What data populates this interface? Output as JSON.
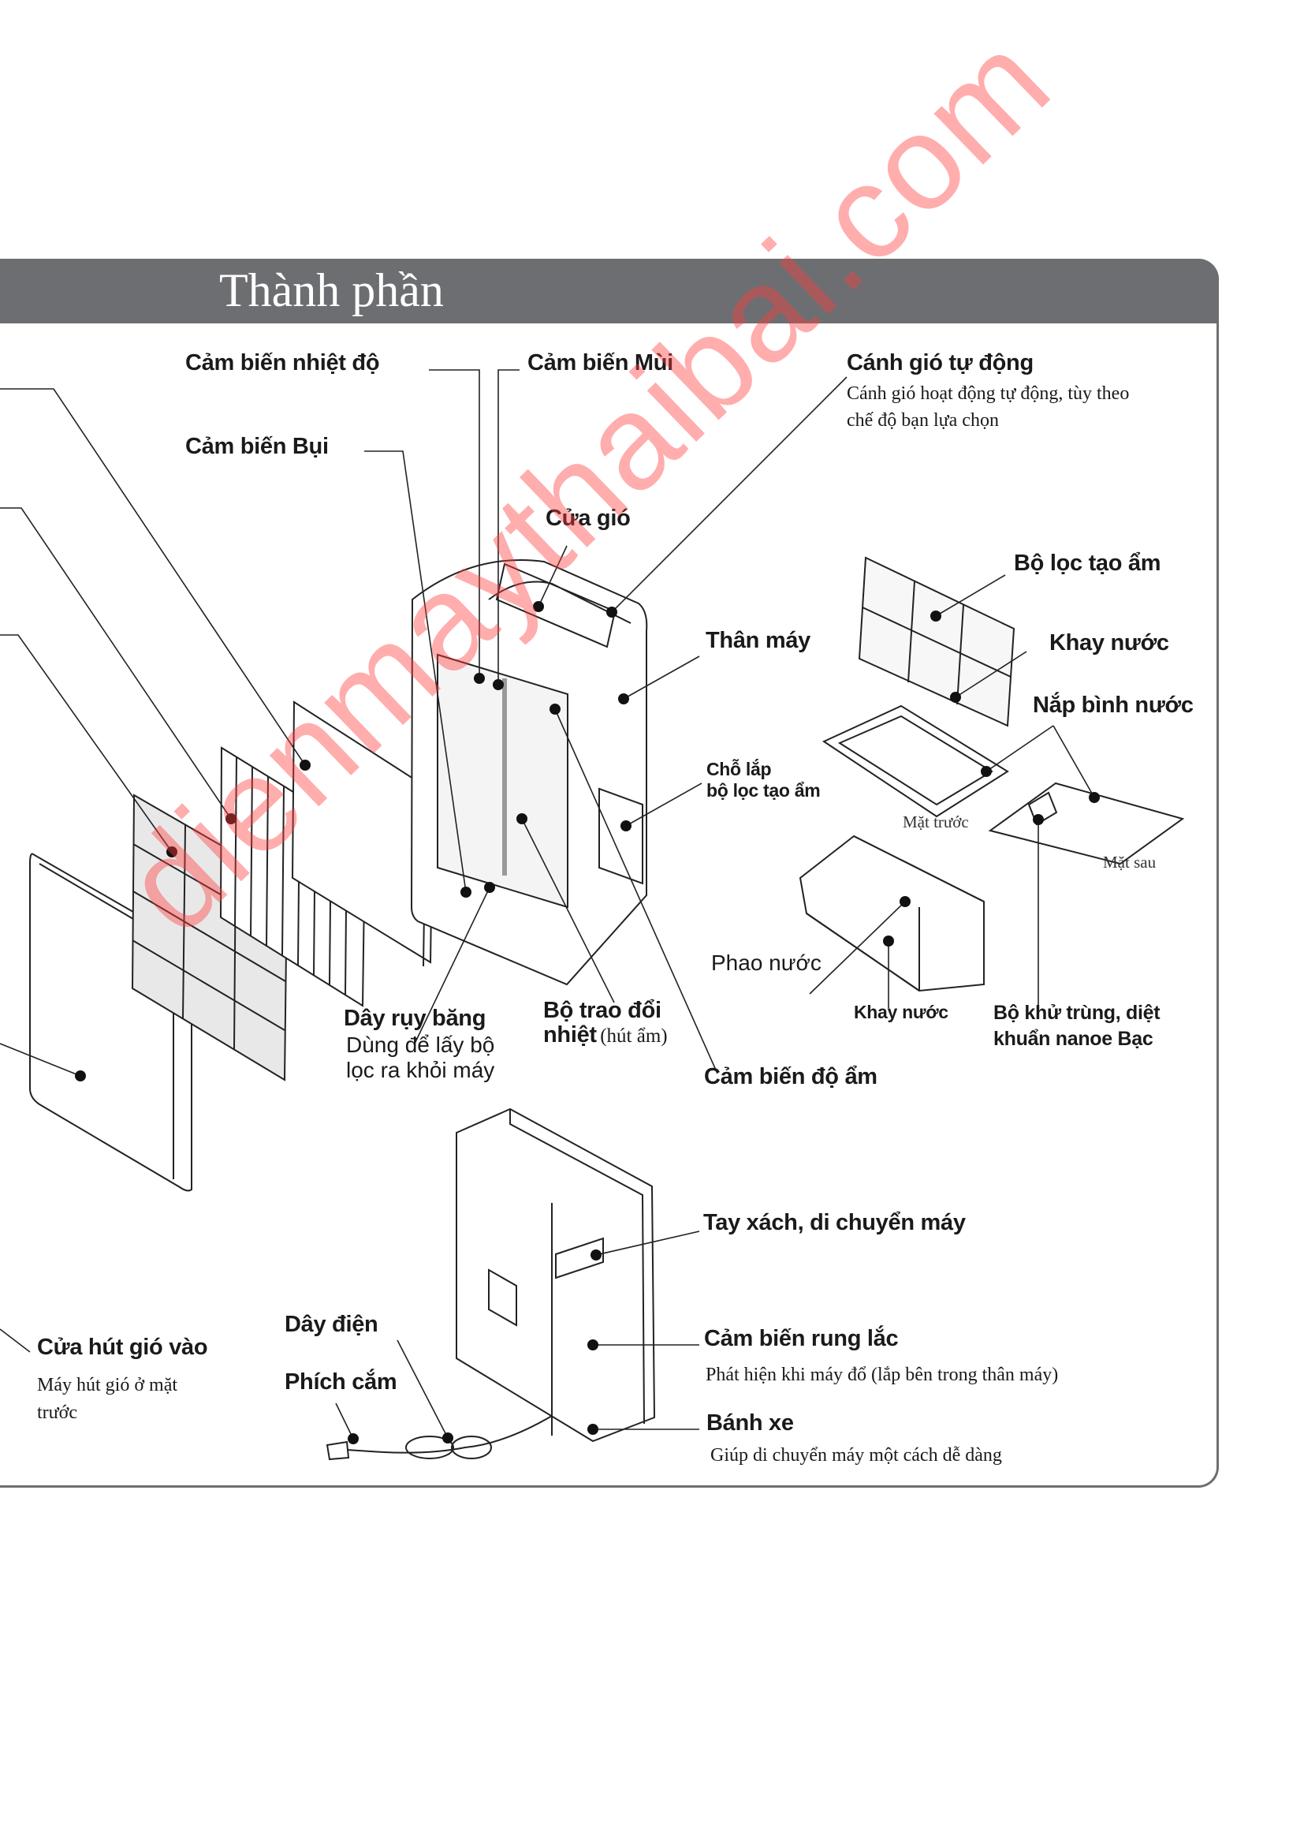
{
  "header": {
    "title": "Thành phần"
  },
  "labels": {
    "temp_sensor": "Cảm biến nhiệt độ",
    "odor_sensor": "Cảm biến Mùi",
    "auto_louver": "Cánh gió tự động",
    "auto_louver_desc_1": "Cánh gió hoạt động tự động, tùy theo",
    "auto_louver_desc_2": "chế độ bạn lựa chọn",
    "dust_sensor": "Cảm biến Bụi",
    "air_outlet": "Cửa gió",
    "humidifier_filter": "Bộ lọc tạo ẩm",
    "main_body": "Thân máy",
    "water_tray_top": "Khay nước",
    "tank_cap": "Nắp bình nước",
    "filter_slot_1": "Chỗ lắp",
    "filter_slot_2": "bộ lọc tạo ẩm",
    "front_side": "Mặt trước",
    "back_side": "Mặt sau",
    "float": "Phao nước",
    "water_tray": "Khay nước",
    "nanoe_1": "Bộ khử trùng, diệt",
    "nanoe_2": "khuẩn nanoe Bạc",
    "ribbon": "Dây rụy băng",
    "ribbon_desc_1": "Dùng để lấy bộ",
    "ribbon_desc_2": "lọc ra khỏi máy",
    "heat_exchanger_1": "Bộ trao đổi",
    "heat_exchanger_2": "nhiệt",
    "heat_exchanger_note": "(hút ẩm)",
    "humidity_sensor": "Cảm biến độ ẩm",
    "handle": "Tay xách, di chuyển máy",
    "power_cord": "Dây điện",
    "air_inlet": "Cửa hút gió vào",
    "air_inlet_desc_1": "Máy hút gió ở mặt",
    "air_inlet_desc_2": "trước",
    "plug": "Phích cắm",
    "tilt_sensor": "Cảm biến rung lắc",
    "tilt_sensor_desc": "Phát hiện khi máy đổ (lắp bên trong thân máy)",
    "caster": "Bánh xe",
    "caster_desc": "Giúp di chuyển máy một cách dễ dàng"
  },
  "watermark": "dienmaythaibai.com",
  "colors": {
    "header": "#6d6e71",
    "watermark": "#ff3c3c"
  }
}
